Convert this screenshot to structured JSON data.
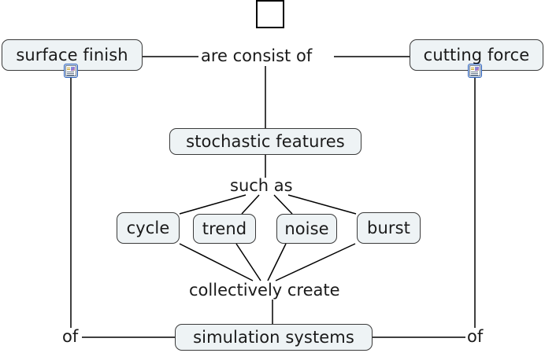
{
  "diagram": {
    "title": "stochastic features concept map",
    "background_color": "#ffffff",
    "node_fill": "#eef3f5",
    "node_stroke": "#3a3a3a",
    "edge_stroke": "#000000",
    "badge_border_color": "#2a5fbb"
  },
  "nodes": {
    "empty": {
      "label": ""
    },
    "surface_finish": {
      "label": "surface finish"
    },
    "cutting_force": {
      "label": "cutting force"
    },
    "stochastic_features": {
      "label": "stochastic features"
    },
    "cycle": {
      "label": "cycle"
    },
    "trend": {
      "label": "trend"
    },
    "noise": {
      "label": "noise"
    },
    "burst": {
      "label": "burst"
    },
    "simulation_systems": {
      "label": "simulation systems"
    }
  },
  "edge_labels": {
    "are_consist_of": "are consist of",
    "such_as": "such as",
    "collectively_create": "collectively create",
    "of_left": "of",
    "of_right": "of"
  },
  "icons": {
    "surface_finish_badge": "note-document-icon",
    "cutting_force_badge": "note-document-icon"
  }
}
